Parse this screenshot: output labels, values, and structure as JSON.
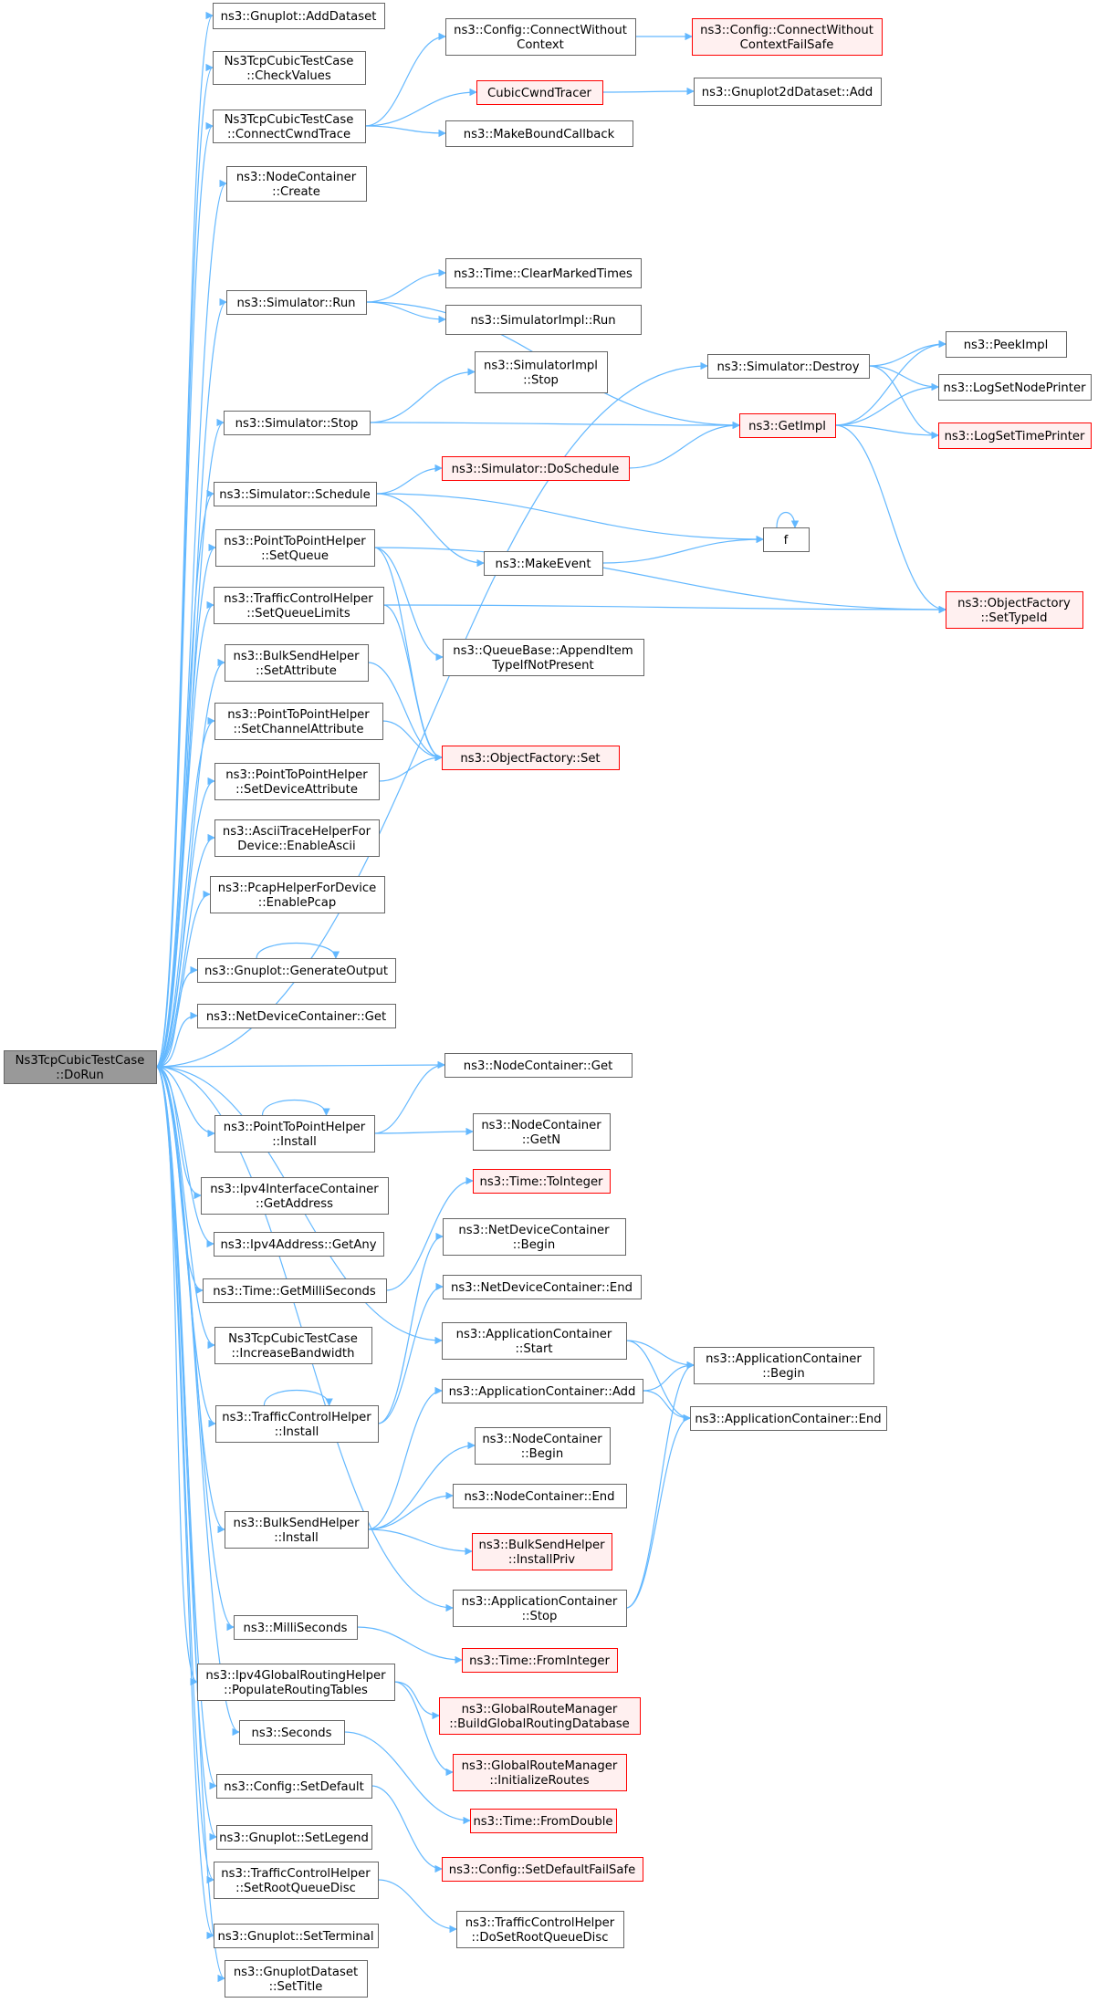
{
  "diagram": {
    "title": "",
    "colors": {
      "root_fill": "#999999",
      "root_border": "#666666",
      "normal_fill": "#ffffff",
      "normal_border": "#666666",
      "red_fill": "#fff0f0",
      "red_border": "#ff0000",
      "edge": "#63b8ff",
      "text": "#000000"
    },
    "nodes": [
      {
        "id": "root",
        "lines": [
          "Ns3TcpCubicTestCase",
          "::DoRun"
        ],
        "style": "root"
      },
      {
        "id": "n1",
        "lines": [
          "ns3::Gnuplot::AddDataset"
        ],
        "style": "normal"
      },
      {
        "id": "n2",
        "lines": [
          "Ns3TcpCubicTestCase",
          "::CheckValues"
        ],
        "style": "normal"
      },
      {
        "id": "n3",
        "lines": [
          "Ns3TcpCubicTestCase",
          "::ConnectCwndTrace"
        ],
        "style": "normal"
      },
      {
        "id": "n4",
        "lines": [
          "ns3::Config::ConnectWithout",
          "Context"
        ],
        "style": "normal"
      },
      {
        "id": "n5",
        "lines": [
          "ns3::Config::ConnectWithout",
          "ContextFailSafe"
        ],
        "style": "red"
      },
      {
        "id": "n6",
        "lines": [
          "CubicCwndTracer"
        ],
        "style": "red"
      },
      {
        "id": "n7",
        "lines": [
          "ns3::Gnuplot2dDataset::Add"
        ],
        "style": "normal"
      },
      {
        "id": "n8",
        "lines": [
          "ns3::MakeBoundCallback"
        ],
        "style": "normal"
      },
      {
        "id": "n9",
        "lines": [
          "ns3::NodeContainer",
          "::Create"
        ],
        "style": "normal"
      },
      {
        "id": "n10",
        "lines": [
          "ns3::Simulator::Destroy"
        ],
        "style": "normal"
      },
      {
        "id": "n11",
        "lines": [
          "ns3::GetImpl"
        ],
        "style": "red"
      },
      {
        "id": "n12",
        "lines": [
          "ns3::Simulator::Run"
        ],
        "style": "normal"
      },
      {
        "id": "n13",
        "lines": [
          "ns3::Time::ClearMarkedTimes"
        ],
        "style": "normal"
      },
      {
        "id": "n14",
        "lines": [
          "ns3::SimulatorImpl::Run"
        ],
        "style": "normal"
      },
      {
        "id": "n15",
        "lines": [
          "ns3::PeekImpl"
        ],
        "style": "normal"
      },
      {
        "id": "n16",
        "lines": [
          "ns3::LogSetNodePrinter"
        ],
        "style": "normal"
      },
      {
        "id": "n17",
        "lines": [
          "ns3::LogSetTimePrinter"
        ],
        "style": "red"
      },
      {
        "id": "n18",
        "lines": [
          "ns3::SimulatorImpl",
          "::Stop"
        ],
        "style": "normal"
      },
      {
        "id": "n19",
        "lines": [
          "ns3::Simulator::Stop"
        ],
        "style": "normal"
      },
      {
        "id": "n20",
        "lines": [
          "ns3::Simulator::DoSchedule"
        ],
        "style": "red"
      },
      {
        "id": "n21",
        "lines": [
          "ns3::Simulator::Schedule"
        ],
        "style": "normal"
      },
      {
        "id": "n22",
        "lines": [
          "f"
        ],
        "style": "normal"
      },
      {
        "id": "n23",
        "lines": [
          "ns3::MakeEvent"
        ],
        "style": "normal"
      },
      {
        "id": "n24",
        "lines": [
          "ns3::PointToPointHelper",
          "::SetQueue"
        ],
        "style": "normal"
      },
      {
        "id": "n25",
        "lines": [
          "ns3::ObjectFactory",
          "::SetTypeId"
        ],
        "style": "red"
      },
      {
        "id": "n26",
        "lines": [
          "ns3::TrafficControlHelper",
          "::SetQueueLimits"
        ],
        "style": "normal"
      },
      {
        "id": "n27",
        "lines": [
          "ns3::QueueBase::AppendItem",
          "TypeIfNotPresent"
        ],
        "style": "normal"
      },
      {
        "id": "n28",
        "lines": [
          "ns3::BulkSendHelper",
          "::SetAttribute"
        ],
        "style": "normal"
      },
      {
        "id": "n29",
        "lines": [
          "ns3::PointToPointHelper",
          "::SetChannelAttribute"
        ],
        "style": "normal"
      },
      {
        "id": "n30",
        "lines": [
          "ns3::ObjectFactory::Set"
        ],
        "style": "red"
      },
      {
        "id": "n31",
        "lines": [
          "ns3::PointToPointHelper",
          "::SetDeviceAttribute"
        ],
        "style": "normal"
      },
      {
        "id": "n32",
        "lines": [
          "ns3::AsciiTraceHelperFor",
          "Device::EnableAscii"
        ],
        "style": "normal"
      },
      {
        "id": "n33",
        "lines": [
          "ns3::PcapHelperForDevice",
          "::EnablePcap"
        ],
        "style": "normal"
      },
      {
        "id": "n34",
        "lines": [
          "ns3::Gnuplot::GenerateOutput"
        ],
        "style": "normal"
      },
      {
        "id": "n35",
        "lines": [
          "ns3::NetDeviceContainer::Get"
        ],
        "style": "normal"
      },
      {
        "id": "n36",
        "lines": [
          "ns3::NodeContainer::Get"
        ],
        "style": "normal"
      },
      {
        "id": "n37",
        "lines": [
          "ns3::PointToPointHelper",
          "::Install"
        ],
        "style": "normal"
      },
      {
        "id": "n38",
        "lines": [
          "ns3::NodeContainer",
          "::GetN"
        ],
        "style": "normal"
      },
      {
        "id": "n39",
        "lines": [
          "ns3::Ipv4InterfaceContainer",
          "::GetAddress"
        ],
        "style": "normal"
      },
      {
        "id": "n40",
        "lines": [
          "ns3::Time::ToInteger"
        ],
        "style": "red"
      },
      {
        "id": "n41",
        "lines": [
          "ns3::Ipv4Address::GetAny"
        ],
        "style": "normal"
      },
      {
        "id": "n42",
        "lines": [
          "ns3::NetDeviceContainer",
          "::Begin"
        ],
        "style": "normal"
      },
      {
        "id": "n43",
        "lines": [
          "ns3::Time::GetMilliSeconds"
        ],
        "style": "normal"
      },
      {
        "id": "n44",
        "lines": [
          "ns3::NetDeviceContainer::End"
        ],
        "style": "normal"
      },
      {
        "id": "n45",
        "lines": [
          "Ns3TcpCubicTestCase",
          "::IncreaseBandwidth"
        ],
        "style": "normal"
      },
      {
        "id": "n46",
        "lines": [
          "ns3::ApplicationContainer",
          "::Start"
        ],
        "style": "normal"
      },
      {
        "id": "n47",
        "lines": [
          "ns3::ApplicationContainer",
          "::Begin"
        ],
        "style": "normal"
      },
      {
        "id": "n48",
        "lines": [
          "ns3::ApplicationContainer::Add"
        ],
        "style": "normal"
      },
      {
        "id": "n49",
        "lines": [
          "ns3::ApplicationContainer::End"
        ],
        "style": "normal"
      },
      {
        "id": "n50",
        "lines": [
          "ns3::TrafficControlHelper",
          "::Install"
        ],
        "style": "normal"
      },
      {
        "id": "n51",
        "lines": [
          "ns3::NodeContainer",
          "::Begin"
        ],
        "style": "normal"
      },
      {
        "id": "n52",
        "lines": [
          "ns3::NodeContainer::End"
        ],
        "style": "normal"
      },
      {
        "id": "n53",
        "lines": [
          "ns3::BulkSendHelper",
          "::Install"
        ],
        "style": "normal"
      },
      {
        "id": "n54",
        "lines": [
          "ns3::BulkSendHelper",
          "::InstallPriv"
        ],
        "style": "red"
      },
      {
        "id": "n55",
        "lines": [
          "ns3::ApplicationContainer",
          "::Stop"
        ],
        "style": "normal"
      },
      {
        "id": "n56",
        "lines": [
          "ns3::MilliSeconds"
        ],
        "style": "normal"
      },
      {
        "id": "n57",
        "lines": [
          "ns3::Time::FromInteger"
        ],
        "style": "red"
      },
      {
        "id": "n58",
        "lines": [
          "ns3::Ipv4GlobalRoutingHelper",
          "::PopulateRoutingTables"
        ],
        "style": "normal"
      },
      {
        "id": "n59",
        "lines": [
          "ns3::GlobalRouteManager",
          "::BuildGlobalRoutingDatabase"
        ],
        "style": "red"
      },
      {
        "id": "n60",
        "lines": [
          "ns3::Seconds"
        ],
        "style": "normal"
      },
      {
        "id": "n61",
        "lines": [
          "ns3::GlobalRouteManager",
          "::InitializeRoutes"
        ],
        "style": "red"
      },
      {
        "id": "n62",
        "lines": [
          "ns3::Config::SetDefault"
        ],
        "style": "normal"
      },
      {
        "id": "n63",
        "lines": [
          "ns3::Time::FromDouble"
        ],
        "style": "red"
      },
      {
        "id": "n64",
        "lines": [
          "ns3::Gnuplot::SetLegend"
        ],
        "style": "normal"
      },
      {
        "id": "n65",
        "lines": [
          "ns3::Config::SetDefaultFailSafe"
        ],
        "style": "red"
      },
      {
        "id": "n66",
        "lines": [
          "ns3::TrafficControlHelper",
          "::SetRootQueueDisc"
        ],
        "style": "normal"
      },
      {
        "id": "n67",
        "lines": [
          "ns3::TrafficControlHelper",
          "::DoSetRootQueueDisc"
        ],
        "style": "normal"
      },
      {
        "id": "n68",
        "lines": [
          "ns3::Gnuplot::SetTerminal"
        ],
        "style": "normal"
      },
      {
        "id": "n69",
        "lines": [
          "ns3::GnuplotDataset",
          "::SetTitle"
        ],
        "style": "normal"
      }
    ],
    "edges": [
      [
        "root",
        "n1"
      ],
      [
        "root",
        "n2"
      ],
      [
        "root",
        "n3"
      ],
      [
        "root",
        "n9"
      ],
      [
        "root",
        "n10"
      ],
      [
        "root",
        "n12"
      ],
      [
        "root",
        "n19"
      ],
      [
        "root",
        "n21"
      ],
      [
        "root",
        "n24"
      ],
      [
        "root",
        "n26"
      ],
      [
        "root",
        "n28"
      ],
      [
        "root",
        "n29"
      ],
      [
        "root",
        "n31"
      ],
      [
        "root",
        "n32"
      ],
      [
        "root",
        "n33"
      ],
      [
        "root",
        "n34"
      ],
      [
        "root",
        "n35"
      ],
      [
        "root",
        "n36"
      ],
      [
        "root",
        "n37"
      ],
      [
        "root",
        "n39"
      ],
      [
        "root",
        "n41"
      ],
      [
        "root",
        "n43"
      ],
      [
        "root",
        "n45"
      ],
      [
        "root",
        "n50"
      ],
      [
        "root",
        "n46"
      ],
      [
        "root",
        "n53"
      ],
      [
        "root",
        "n55"
      ],
      [
        "root",
        "n56"
      ],
      [
        "root",
        "n58"
      ],
      [
        "root",
        "n60"
      ],
      [
        "root",
        "n62"
      ],
      [
        "root",
        "n64"
      ],
      [
        "root",
        "n66"
      ],
      [
        "root",
        "n68"
      ],
      [
        "root",
        "n69"
      ],
      [
        "n3",
        "n4"
      ],
      [
        "n3",
        "n6"
      ],
      [
        "n3",
        "n8"
      ],
      [
        "n4",
        "n5"
      ],
      [
        "n6",
        "n7"
      ],
      [
        "n10",
        "n15"
      ],
      [
        "n10",
        "n16"
      ],
      [
        "n10",
        "n17"
      ],
      [
        "n11",
        "n15"
      ],
      [
        "n11",
        "n16"
      ],
      [
        "n11",
        "n17"
      ],
      [
        "n11",
        "n25"
      ],
      [
        "n12",
        "n13"
      ],
      [
        "n12",
        "n14"
      ],
      [
        "n12",
        "n11"
      ],
      [
        "n19",
        "n18"
      ],
      [
        "n19",
        "n11"
      ],
      [
        "n20",
        "n11"
      ],
      [
        "n21",
        "n20"
      ],
      [
        "n21",
        "n23"
      ],
      [
        "n21",
        "n22"
      ],
      [
        "n22",
        "n22"
      ],
      [
        "n23",
        "n22"
      ],
      [
        "n24",
        "n25"
      ],
      [
        "n24",
        "n27"
      ],
      [
        "n24",
        "n30"
      ],
      [
        "n26",
        "n25"
      ],
      [
        "n26",
        "n30"
      ],
      [
        "n28",
        "n30"
      ],
      [
        "n29",
        "n30"
      ],
      [
        "n31",
        "n30"
      ],
      [
        "n34",
        "n34"
      ],
      [
        "n37",
        "n37"
      ],
      [
        "n37",
        "n36"
      ],
      [
        "n37",
        "n38"
      ],
      [
        "n43",
        "n40"
      ],
      [
        "n50",
        "n50"
      ],
      [
        "n50",
        "n42"
      ],
      [
        "n50",
        "n44"
      ],
      [
        "n46",
        "n47"
      ],
      [
        "n46",
        "n49"
      ],
      [
        "n48",
        "n47"
      ],
      [
        "n48",
        "n49"
      ],
      [
        "n53",
        "n48"
      ],
      [
        "n53",
        "n51"
      ],
      [
        "n53",
        "n52"
      ],
      [
        "n53",
        "n54"
      ],
      [
        "n55",
        "n47"
      ],
      [
        "n55",
        "n49"
      ],
      [
        "n56",
        "n57"
      ],
      [
        "n58",
        "n59"
      ],
      [
        "n58",
        "n61"
      ],
      [
        "n60",
        "n63"
      ],
      [
        "n62",
        "n65"
      ],
      [
        "n66",
        "n67"
      ]
    ]
  }
}
